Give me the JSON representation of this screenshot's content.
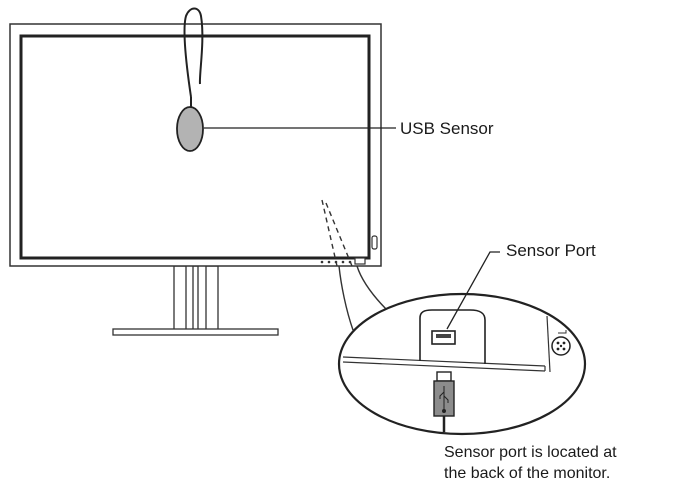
{
  "labels": {
    "usb_sensor": "USB Sensor",
    "sensor_port": "Sensor Port"
  },
  "caption": {
    "line1": "Sensor port is located at",
    "line2": "the back of the monitor."
  }
}
